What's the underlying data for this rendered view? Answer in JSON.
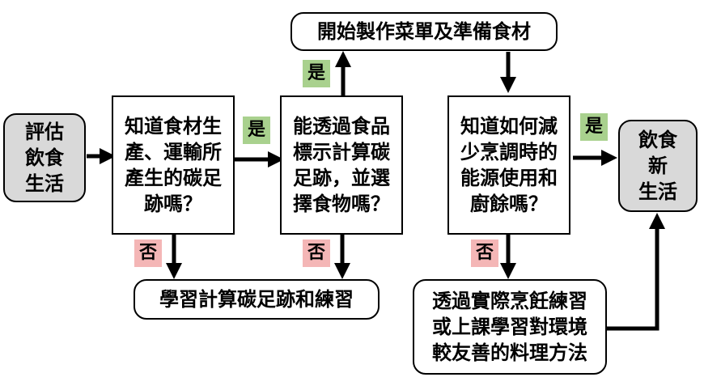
{
  "nodes": {
    "start": {
      "lines": [
        "評估",
        "飲食",
        "生活"
      ]
    },
    "q1": {
      "lines": [
        "知道食材生",
        "產、運輸所",
        "產生的碳足",
        "跡嗎？"
      ]
    },
    "q2": {
      "lines": [
        "能透過食品",
        "標示計算碳",
        "足跡，並選",
        "擇食物嗎？"
      ]
    },
    "top": {
      "lines": [
        "開始製作菜單及準備食材"
      ]
    },
    "q3": {
      "lines": [
        "知道如何減",
        "少烹調時的",
        "能源使用和",
        "廚餘嗎？"
      ]
    },
    "end": {
      "lines": [
        "飲食",
        "新",
        "生活"
      ]
    },
    "learn1": {
      "lines": [
        "學習計算碳足跡和練習"
      ]
    },
    "learn2": {
      "lines": [
        "透過實際烹飪練習",
        "或上課學習對環境",
        "較友善的料理方法"
      ]
    }
  },
  "labels": {
    "yes": "是",
    "no": "否"
  },
  "colors": {
    "start_end_fill": "#d9d9d9",
    "yes_tag": "#a9d18e",
    "no_tag": "#f4b6b6"
  }
}
